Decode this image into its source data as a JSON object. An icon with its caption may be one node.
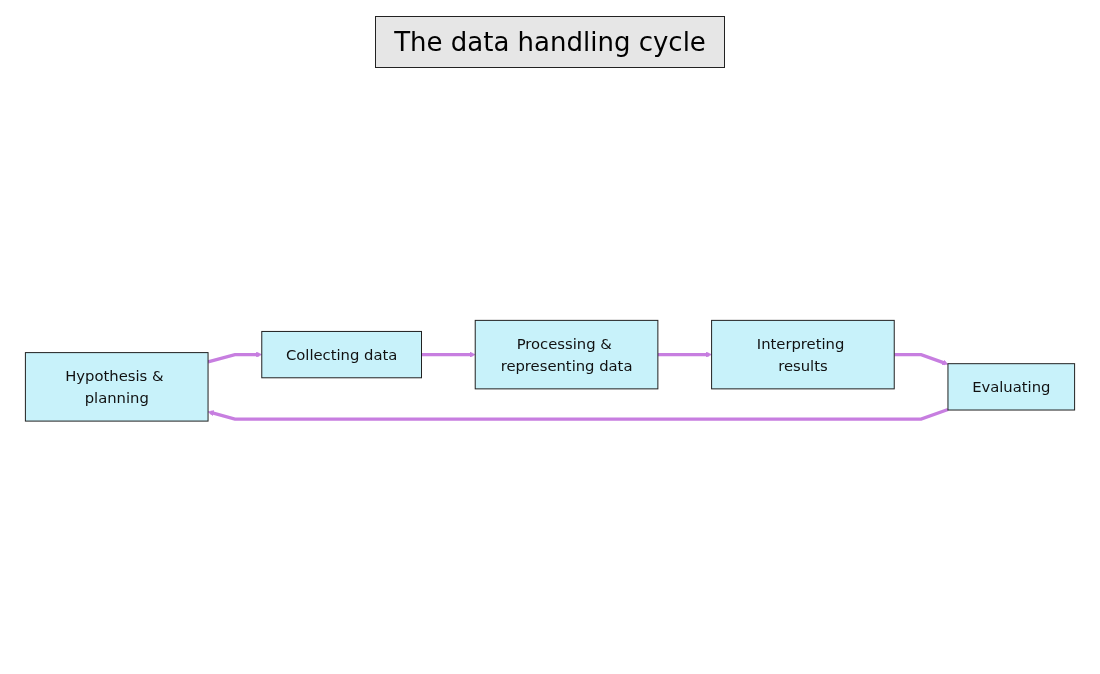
{
  "diagram": {
    "title": "The data handling cycle",
    "nodes": [
      {
        "text": [
          "Hypothesis & planning"
        ]
      },
      {
        "text": [
          "Collecting data"
        ]
      },
      {
        "text": [
          "Processing & representing data"
        ]
      },
      {
        "text": [
          "Interpreting results"
        ]
      },
      {
        "text": [
          "Evaluating"
        ]
      }
    ],
    "edges": [
      {
        "from": 0,
        "to": 1,
        "arrow": "to"
      },
      {
        "from": 1,
        "to": 2,
        "arrow": "to"
      },
      {
        "from": 2,
        "to": 3,
        "arrow": "to"
      },
      {
        "from": 3,
        "to": 4,
        "arrow": "to"
      },
      {
        "from": 4,
        "to": 0,
        "arrow": "to"
      }
    ]
  }
}
